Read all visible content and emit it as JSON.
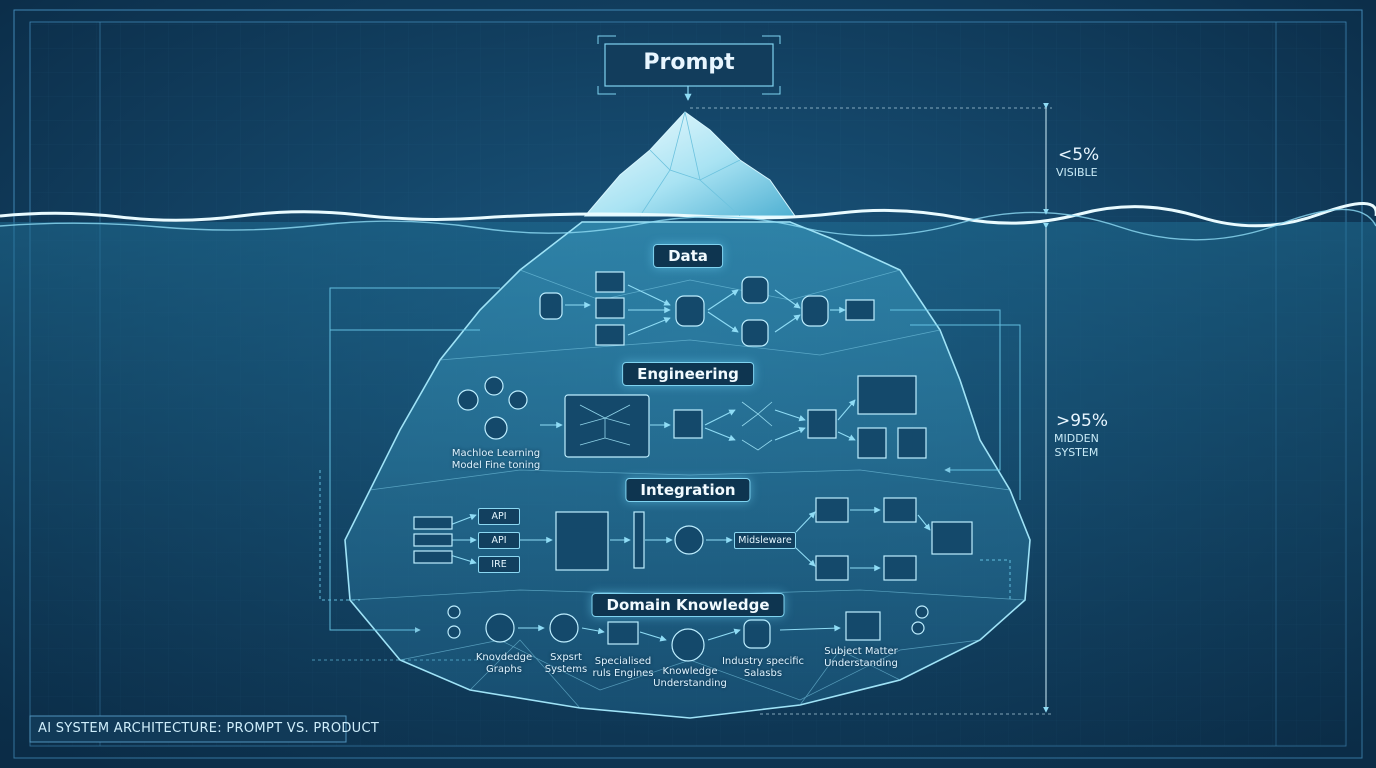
{
  "title": "Prompt",
  "visible": {
    "value": "<5%",
    "label": "VISIBLE"
  },
  "hidden": {
    "value": ">95%",
    "label": "MIDDEN\nSYSTEM"
  },
  "layers": {
    "data": "Data",
    "engineering": "Engineering",
    "integration": "Integration",
    "domain": "Domain Knowledge"
  },
  "engineering_node": "Machloe Learning\nModel Fine toning",
  "integration_chips": [
    "API",
    "API",
    "IRE"
  ],
  "middleware": "Midsleware",
  "domain_nodes": [
    "Knovdedge\nGraphs",
    "Sxpsrt\nSystems",
    "Specialised\nruls Engines",
    "Knowledge\nUnderstanding",
    "Industry specific\nSalasbs",
    "Subject Matter\nUnderstanding"
  ],
  "footer_title": "AI SYSTEM ARCHITECTURE: PROMPT VS. PRODUCT",
  "colors": {
    "background": "#0f3a5c",
    "line": "#6fd0f0",
    "ice": "#bfeaf6"
  }
}
